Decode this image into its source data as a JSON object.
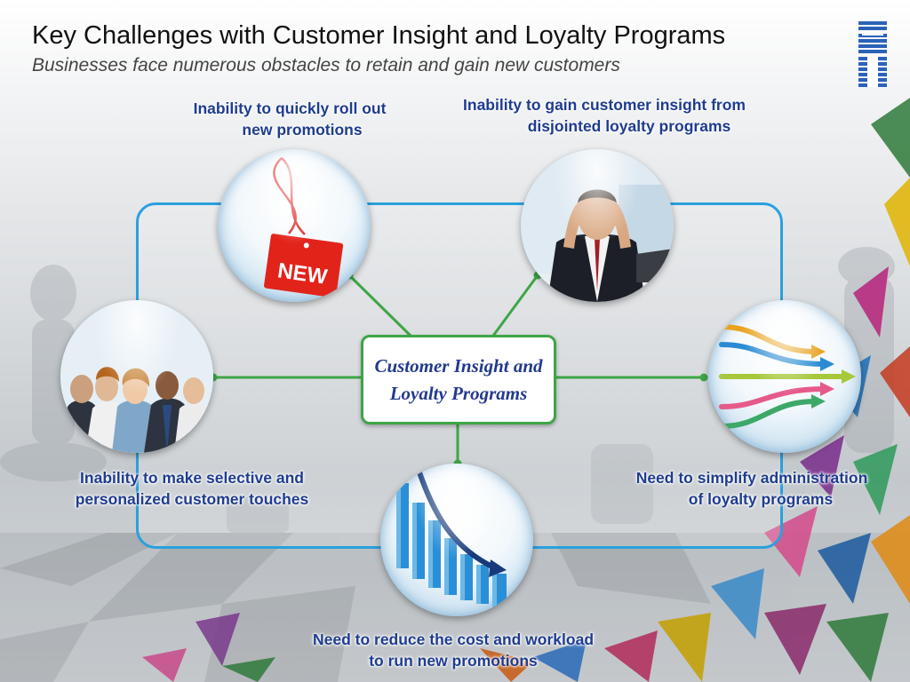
{
  "header": {
    "title": "Key Challenges with Customer Insight and Loyalty Programs",
    "subtitle": "Businesses face numerous obstacles to retain and gain new customers"
  },
  "logo": {
    "text": "IBM",
    "color": "#2a62b8"
  },
  "center": {
    "label": "Customer Insight and Loyalty Programs",
    "border_color": "#3ea646",
    "text_color": "#233a8c"
  },
  "challenges": [
    {
      "label_line1": "Inability to quickly roll out",
      "label_line2": "new promotions",
      "icon": "new-price-tag-icon"
    },
    {
      "label_line1": "Inability to gain customer insight from",
      "label_line2": "disjointed loyalty programs",
      "icon": "stressed-businessman-icon"
    },
    {
      "label_line1": "Inability to make selective and",
      "label_line2": "personalized customer touches",
      "icon": "customer-group-icon"
    },
    {
      "label_line1": "Need to simplify administration",
      "label_line2": "of loyalty programs",
      "icon": "merging-arrows-icon"
    },
    {
      "label_line1": "Need to reduce the cost and workload",
      "label_line2": "to run new promotions",
      "icon": "declining-bar-chart-icon"
    }
  ],
  "colors": {
    "label_text": "#1f3c8f",
    "frame": "#2aa0dc",
    "connector": "#3ea646"
  }
}
